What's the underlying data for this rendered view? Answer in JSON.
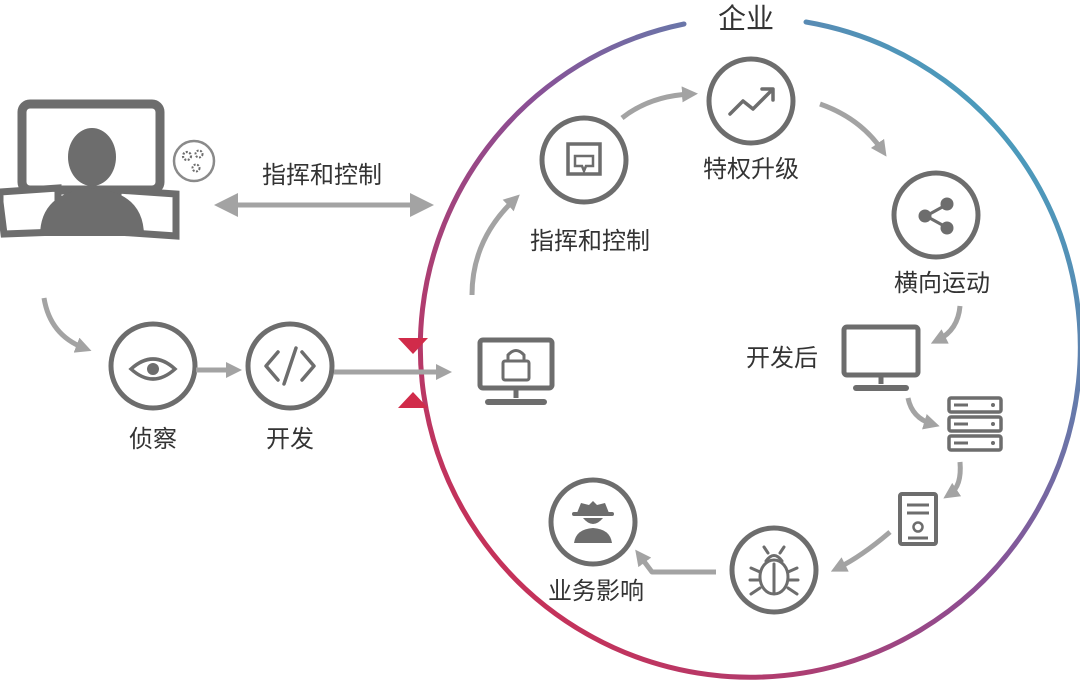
{
  "enterprise_label": "企业",
  "attacker": {
    "link_label": "指挥和控制",
    "stages": [
      {
        "label": "侦察",
        "icon": "eye-icon"
      },
      {
        "label": "开发",
        "icon": "code-icon"
      }
    ]
  },
  "cycle": [
    {
      "label": "指挥和控制",
      "icon": "command-window-icon"
    },
    {
      "label": "特权升级",
      "icon": "trend-up-icon"
    },
    {
      "label": "横向运动",
      "icon": "share-icon"
    },
    {
      "label": "开发后",
      "icon": "monitor-icon"
    },
    {
      "label": "",
      "icon": "server-rack-icon"
    },
    {
      "label": "",
      "icon": "tower-pc-icon"
    },
    {
      "label": "",
      "icon": "bug-icon"
    },
    {
      "label": "业务影响",
      "icon": "spy-icon"
    }
  ],
  "center_target": {
    "icon": "locked-monitor-icon"
  },
  "colors": {
    "ring_gradient": [
      "#cc2e52",
      "#8a4f95",
      "#3fa9c3"
    ],
    "entry_arrow": "#d12b4a",
    "icon_gray": "#6d6d6d",
    "flow_arrow": "#a3a3a3",
    "text": "#333333"
  }
}
